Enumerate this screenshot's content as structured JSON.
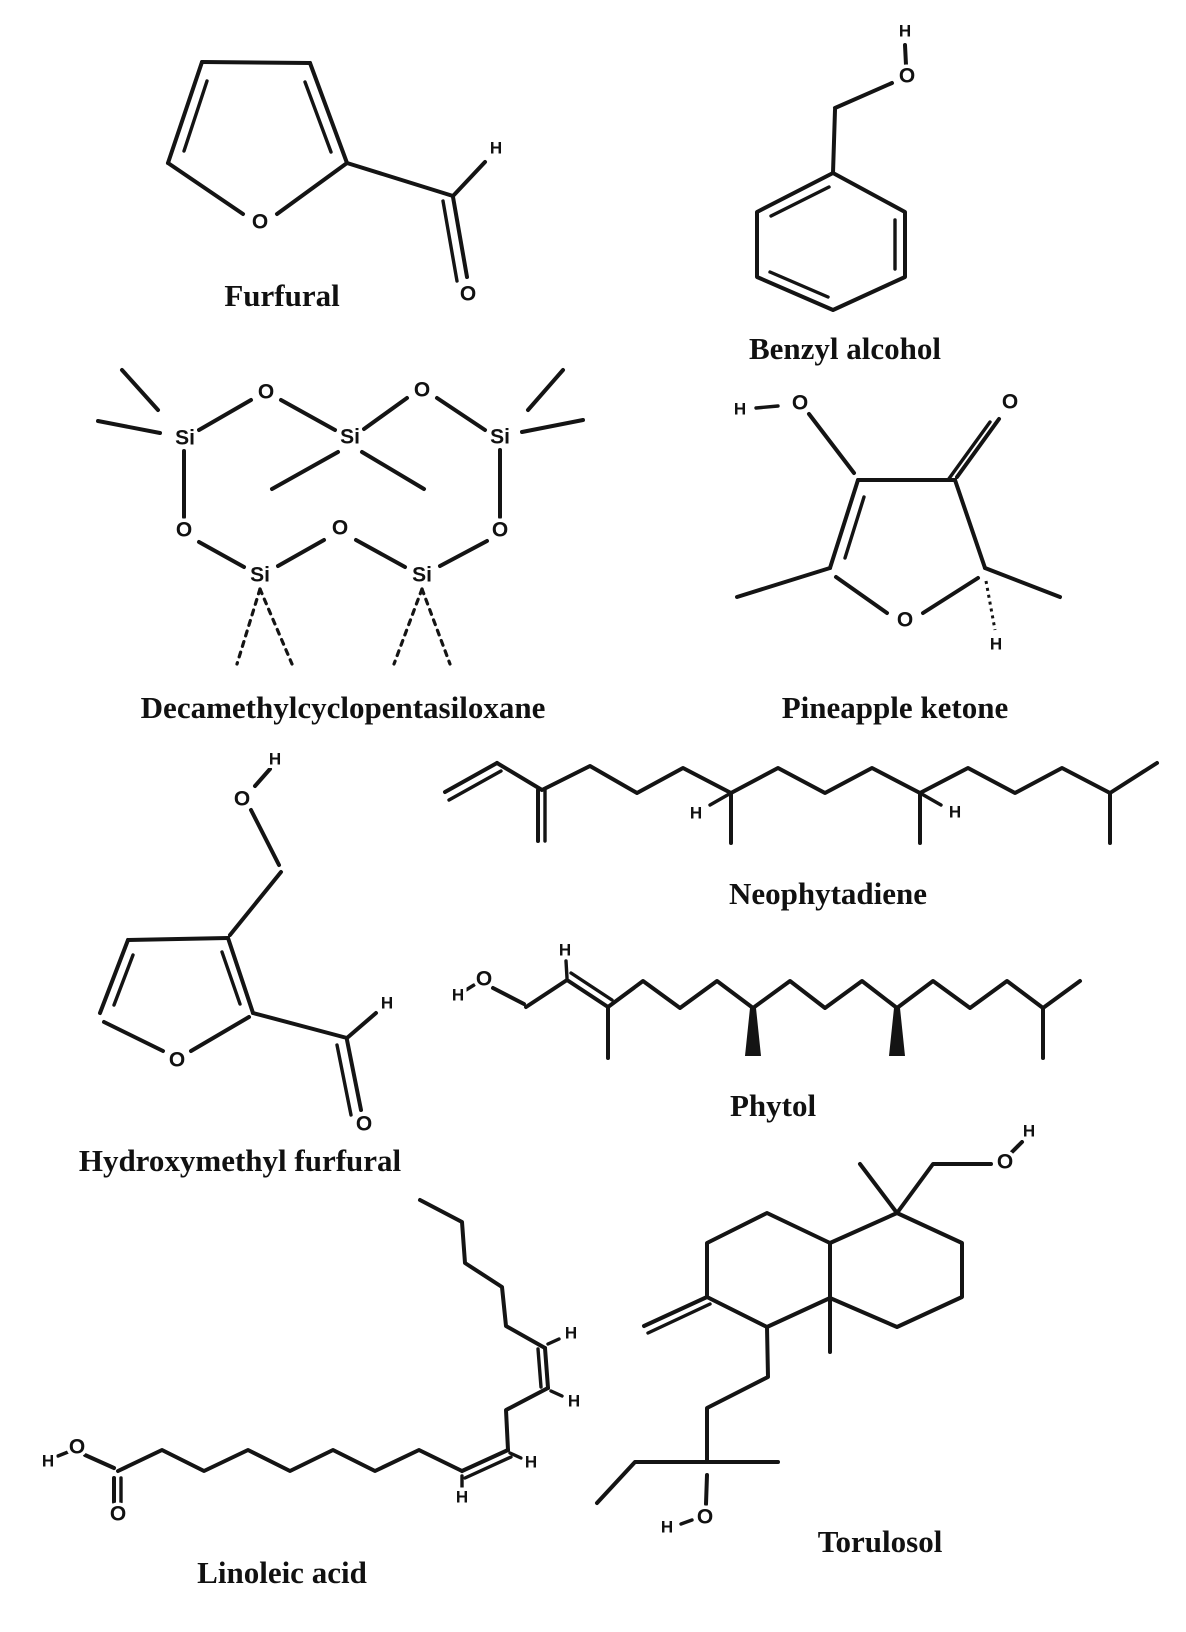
{
  "figure": {
    "background_color": "#ffffff",
    "line_color": "#141414",
    "description_type": "chemical-structure-diagrams"
  },
  "atoms": {
    "O": "O",
    "H": "H",
    "Si": "Si"
  },
  "molecules": [
    {
      "id": "furfural",
      "label": "Furfural"
    },
    {
      "id": "benzyl-alcohol",
      "label": "Benzyl alcohol"
    },
    {
      "id": "decamethylcyclopentasiloxane",
      "label": "Decamethylcyclopentasiloxane"
    },
    {
      "id": "pineapple-ketone",
      "label": "Pineapple ketone"
    },
    {
      "id": "neophytadiene",
      "label": "Neophytadiene"
    },
    {
      "id": "phytol",
      "label": "Phytol"
    },
    {
      "id": "hydroxymethyl-furfural",
      "label": "Hydroxymethyl furfural"
    },
    {
      "id": "linoleic-acid",
      "label": "Linoleic acid"
    },
    {
      "id": "torulosol",
      "label": "Torulosol"
    }
  ]
}
